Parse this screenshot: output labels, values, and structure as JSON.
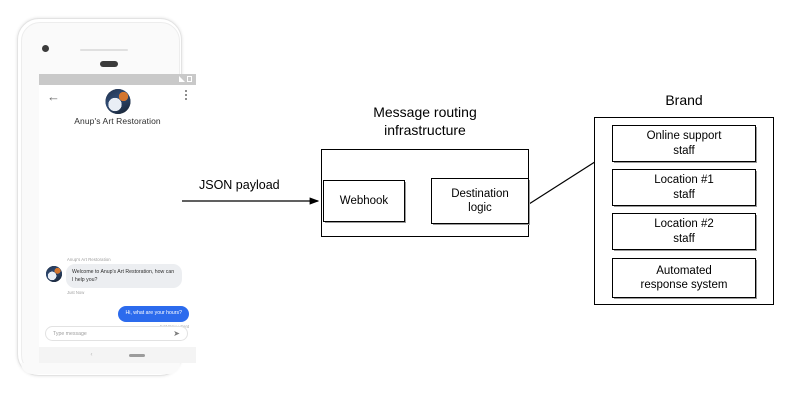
{
  "phone": {
    "status_bar": {
      "signal_icon": "signal-triangle-icon",
      "battery_icon": "battery-icon"
    },
    "app_bar": {
      "back_icon": "back-arrow-icon",
      "menu_icon": "kebab-menu-icon",
      "avatar_icon": "brand-avatar-icon",
      "title": "Anup's Art Restoration"
    },
    "conversation": {
      "incoming": {
        "sender": "Anup's Art Restoration",
        "text": "Welcome to Anup's Art Restoration, how can I help you?",
        "timestamp": "Just Now"
      },
      "outgoing": {
        "text": "Hi, what are your hours?",
        "timestamp": "Just Now • Sent"
      }
    },
    "composer": {
      "placeholder": "Type message",
      "send_icon": "send-arrow-icon"
    },
    "nav_bar": {
      "back_icon": "nav-back-icon",
      "home_icon": "home-pill-icon"
    }
  },
  "diagram": {
    "payload_label": "JSON payload",
    "routing": {
      "title_line1": "Message routing",
      "title_line2": "infrastructure",
      "webhook": "Webhook",
      "destination_line1": "Destination",
      "destination_line2": "logic"
    },
    "brand": {
      "title": "Brand",
      "items": [
        {
          "line1": "Online support",
          "line2": "staff"
        },
        {
          "line1": "Location #1",
          "line2": "staff"
        },
        {
          "line1": "Location #2",
          "line2": "staff"
        },
        {
          "line1": "Automated",
          "line2": "response system"
        }
      ]
    }
  },
  "colors": {
    "outgoing_bubble": "#2c6bed",
    "incoming_bubble": "#eceef1",
    "stroke": "#000000",
    "box_shadow": "#9a9a9a"
  }
}
